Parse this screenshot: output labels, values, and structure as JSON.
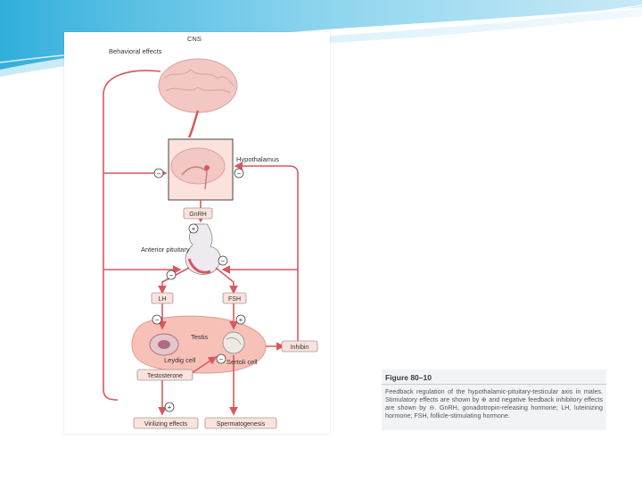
{
  "figure": {
    "labels": {
      "cns": "CNS",
      "behavioral_effects": "Behavioral effects",
      "hypothalamus": "Hypothalamus",
      "gnrh": "GnRH",
      "anterior_pituitary": "Anterior pituitary",
      "lh": "LH",
      "fsh": "FSH",
      "testis": "Testis",
      "leydig_cell": "Leydig cell",
      "sertoli_cell": "Sertoli cell",
      "testosterone": "Testosterone",
      "inhibin": "Inhibin",
      "virilizing_effects": "Virilizing effects",
      "spermatogenesis": "Spermatogenesis"
    },
    "signs": {
      "plus": "+",
      "minus": "−"
    }
  },
  "caption": {
    "title": "Figure 80–10",
    "text": "Feedback regulation of the hypothalamic-pituitary-testicular axis in males. Stimulatory effects are shown by ⊕ and negative feedback inhibitory effects are shown by ⊖. GnRH, gonadotropin-releasing hormone; LH, luteinizing hormone; FSH, follicle-stimulating hormone."
  },
  "colors": {
    "arrow": "#d9575f",
    "brain": "#f3c7c4",
    "testis": "#f8c1b8",
    "box_fill": "#fbe2dc",
    "header_blue": "#1aa5d8"
  }
}
